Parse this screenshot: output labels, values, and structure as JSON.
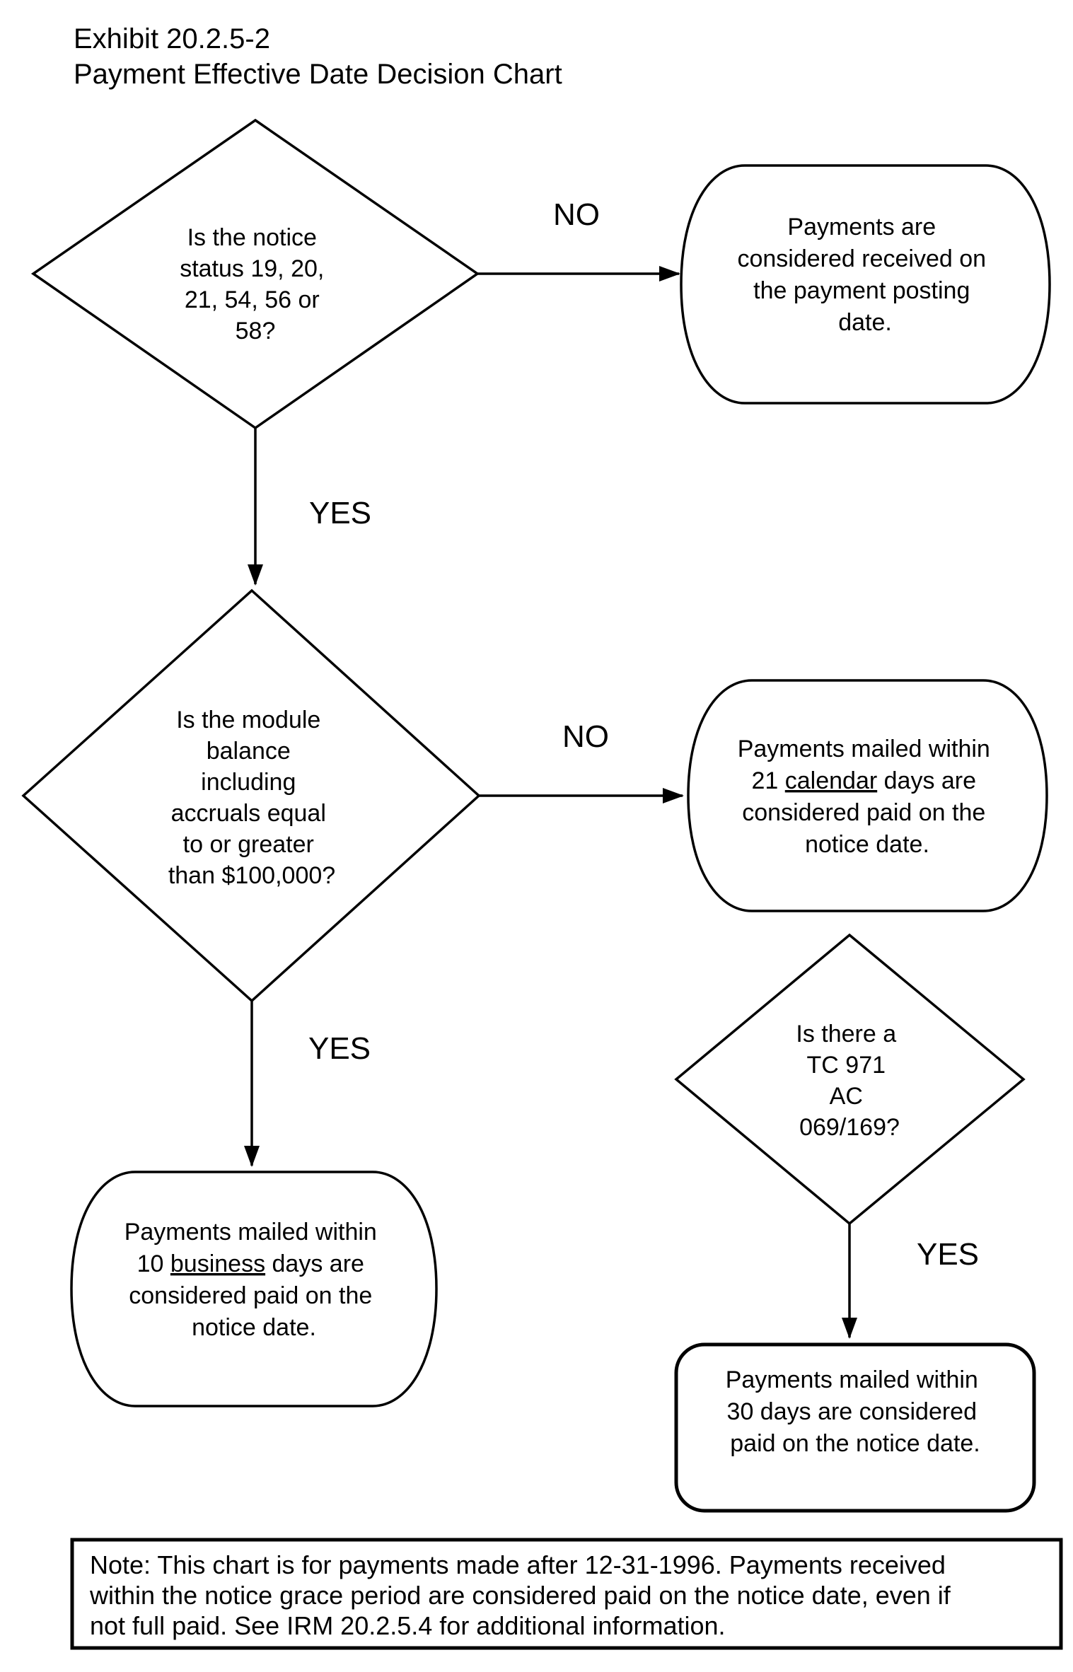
{
  "title": {
    "line1": "Exhibit 20.2.5-2",
    "line2": "Payment Effective Date Decision Chart"
  },
  "colors": {
    "ink": "#000000",
    "paper": "#ffffff"
  },
  "edge_labels": {
    "no1": "NO",
    "yes1": "YES",
    "no2": "NO",
    "yes2": "YES",
    "yes3": "YES"
  },
  "decision1": {
    "lines": [
      "Is the notice",
      "status 19, 20,",
      "21, 54, 56 or",
      "58?"
    ]
  },
  "terminal_posting": {
    "lines": [
      "Payments are",
      "considered received on",
      "the payment posting",
      "date."
    ]
  },
  "decision2": {
    "lines": [
      "Is the module",
      "balance",
      "including",
      "accruals equal",
      "to or greater",
      "than $100,000?"
    ]
  },
  "terminal_21cal": {
    "line1": "Payments mailed within",
    "line2_pre": "21 ",
    "line2_underlined": "calendar",
    "line2_post": " days are",
    "line3": "considered paid on the",
    "line4": "notice date."
  },
  "decision3": {
    "lines": [
      "Is there a",
      "TC 971",
      "AC",
      "069/169?"
    ]
  },
  "terminal_10bus": {
    "line1": "Payments mailed within",
    "line2_pre": "10 ",
    "line2_underlined": "business",
    "line2_post": " days are",
    "line3": "considered paid on the",
    "line4": "notice date."
  },
  "terminal_30days": {
    "lines": [
      "Payments mailed within",
      "30 days are considered",
      "paid on the notice date."
    ]
  },
  "note": {
    "lines": [
      "Note: This chart is for payments made after 12-31-1996. Payments received",
      "within the notice grace period are considered paid on the notice date, even if",
      "not full paid. See IRM 20.2.5.4 for additional information."
    ]
  }
}
